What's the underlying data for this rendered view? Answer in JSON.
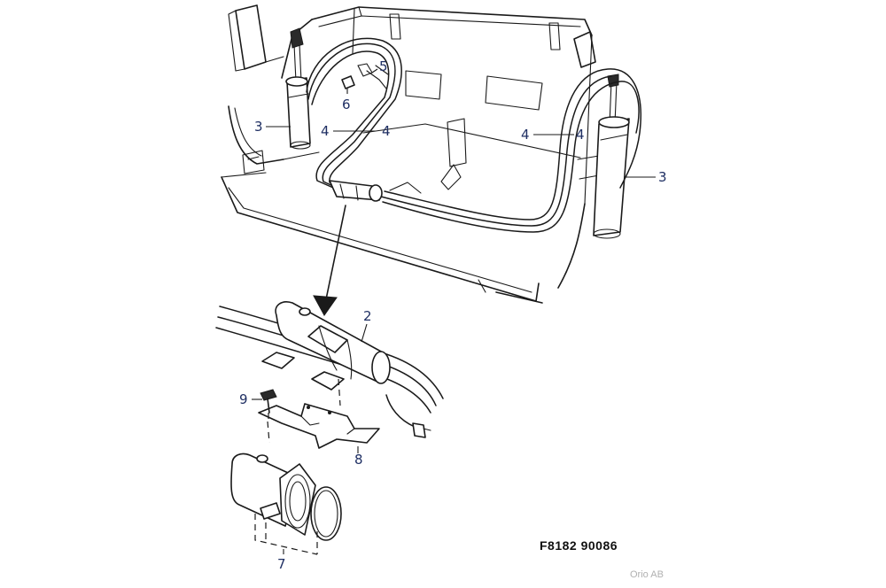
{
  "figure": {
    "reference_code": "F8182  90086",
    "watermark": "Orio AB"
  },
  "callouts": {
    "c2": "2",
    "c3_left": "3",
    "c3_right": "3",
    "c4_a": "4",
    "c4_b": "4",
    "c4_c": "4",
    "c4_d": "4",
    "c5": "5",
    "c6": "6",
    "c7": "7",
    "c8": "8",
    "c9": "9"
  },
  "colors": {
    "line": "#1a1a1a",
    "callout_text": "#1f2f63",
    "watermark": "#b0b0b0"
  }
}
